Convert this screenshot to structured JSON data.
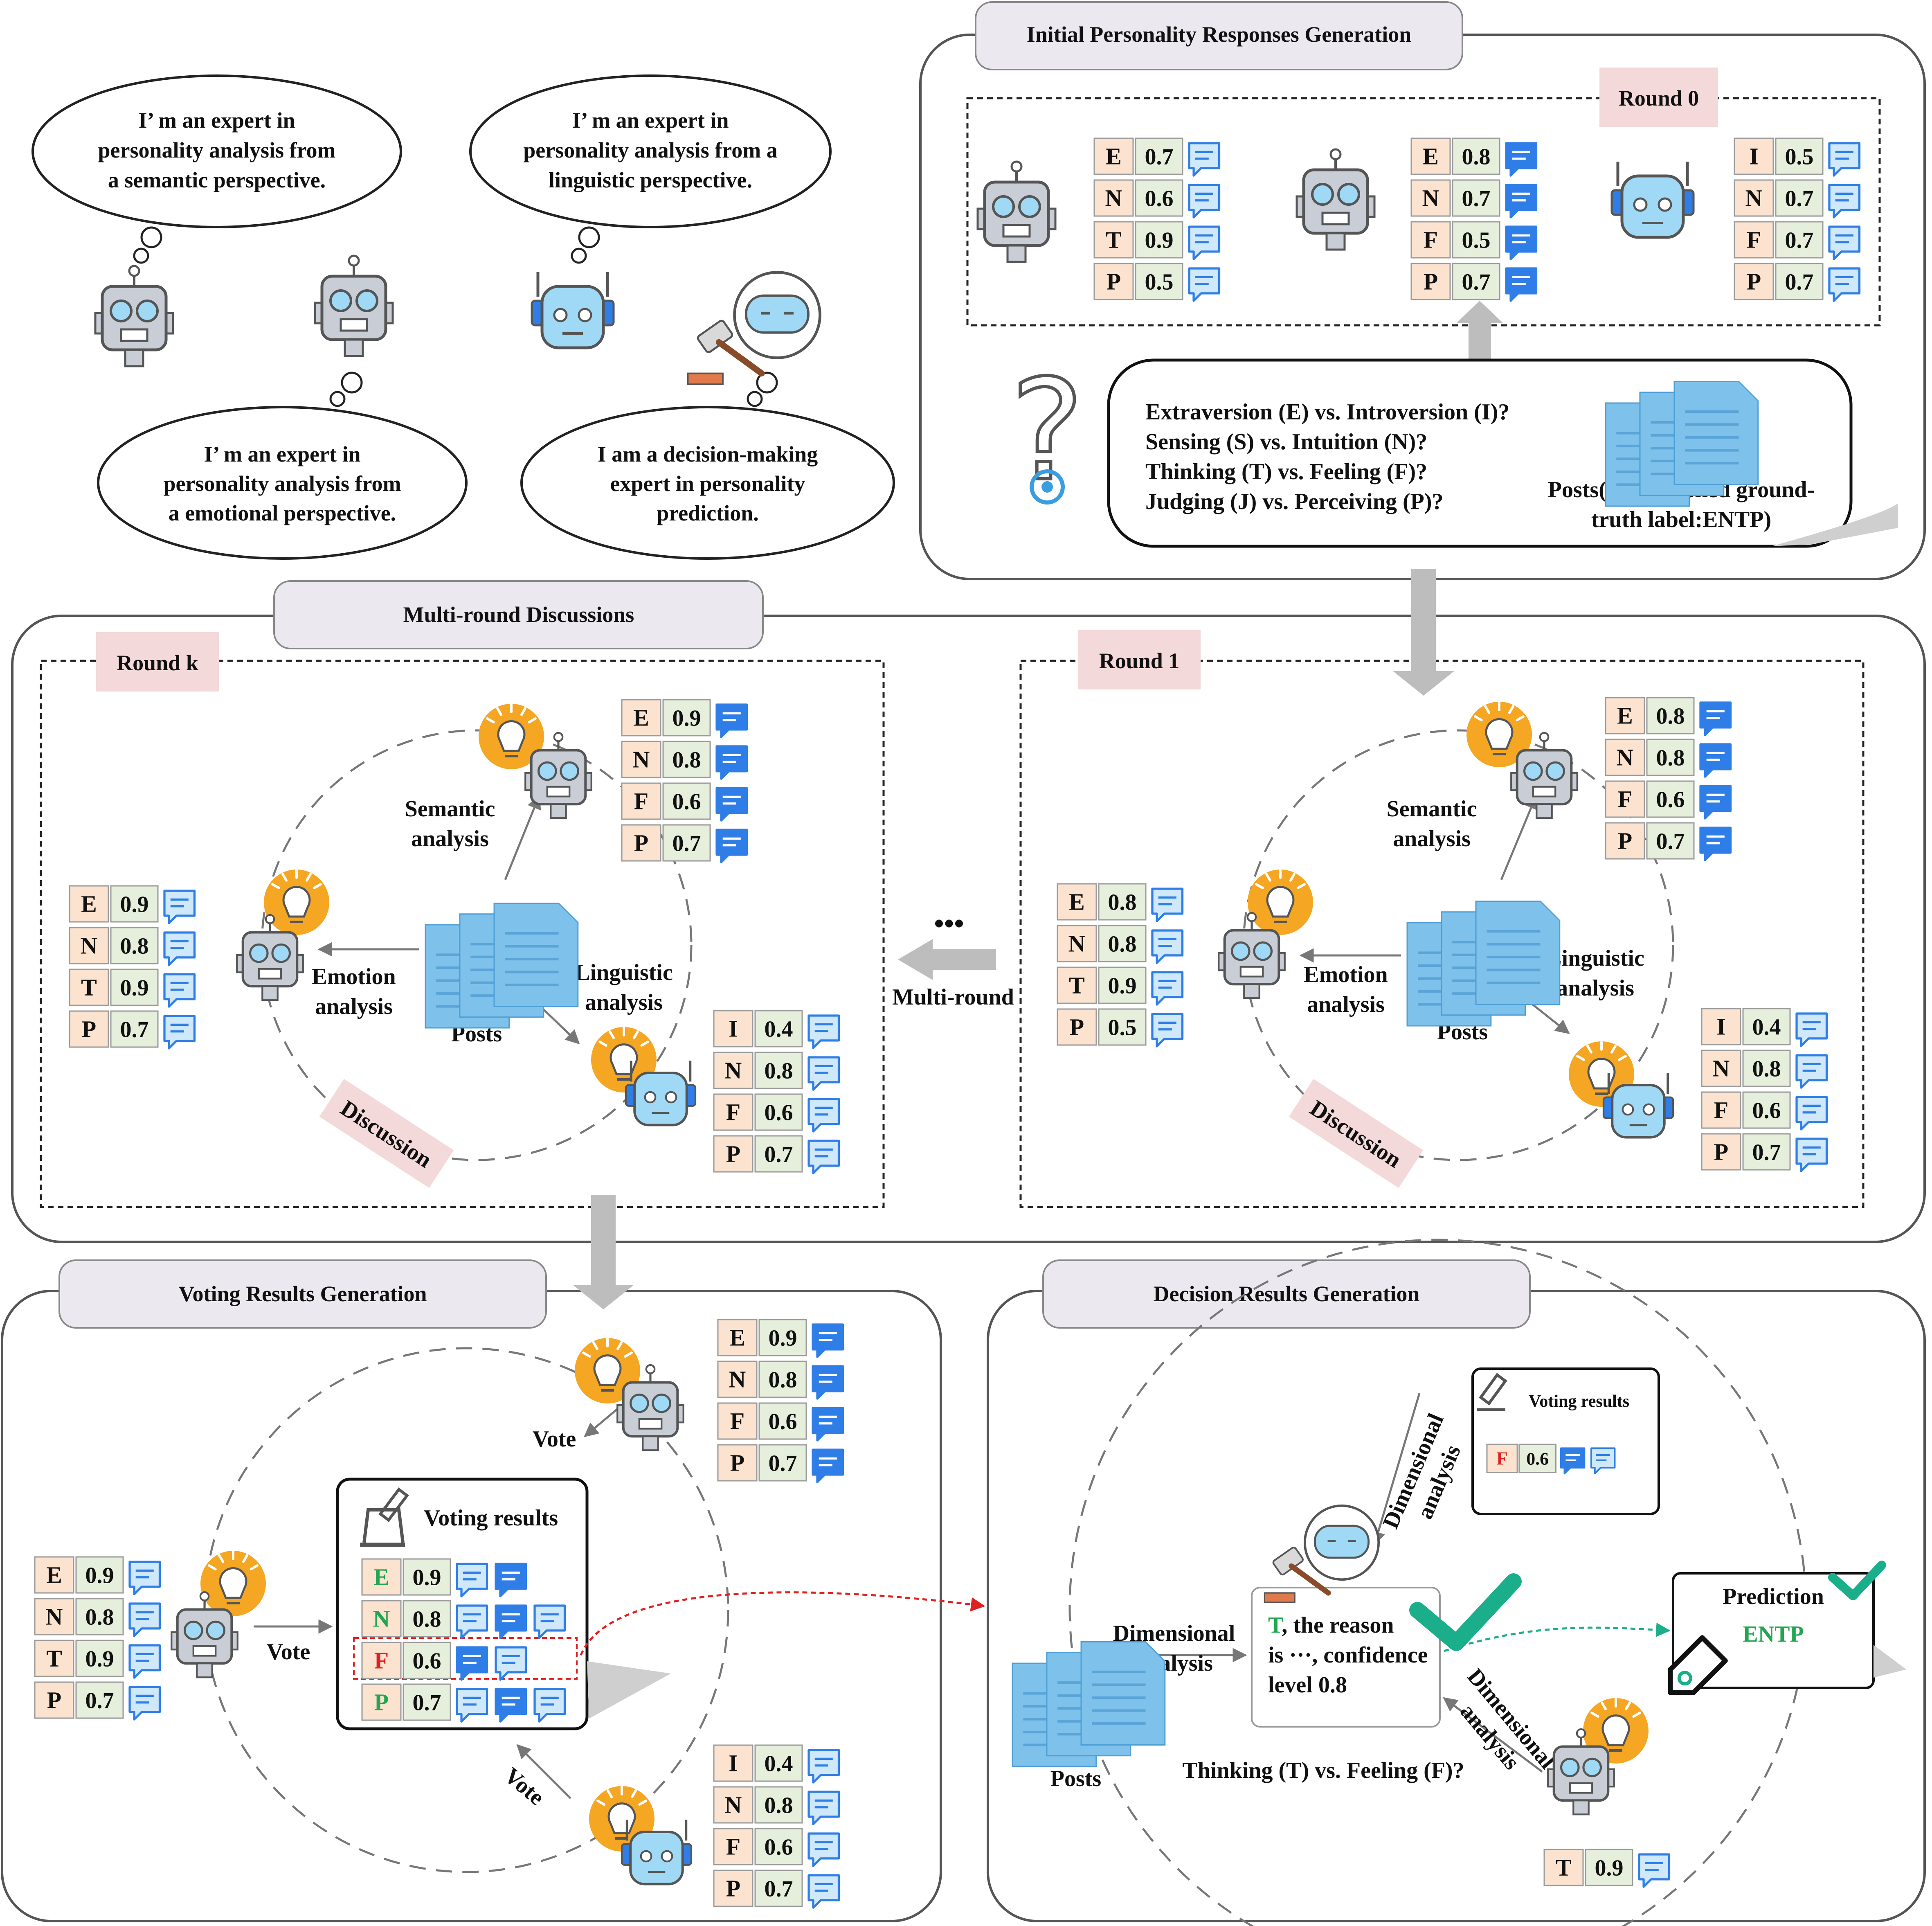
{
  "colors": {
    "panel_stroke": "#555555",
    "header_fill": "#ebe8f0",
    "round_tag_fill": "#f3d9da",
    "letter_cell_fill": "#fbe3d0",
    "value_cell_fill": "#e6efdc",
    "doc_fill": "#7ec2ec",
    "bulb_fill": "#f5a623",
    "robot_face": "#9fd9f5",
    "robot_body": "#c8cdd6",
    "green_text": "#22a652",
    "red_text": "#e02020",
    "check_green": "#1aae8a"
  },
  "experts": {
    "semantic": "I’ m an expert in personality analysis from a semantic perspective.",
    "linguistic": "I’ m an expert in personality analysis from a linguistic perspective.",
    "emotional": "I’ m an expert in personality analysis from a emotional perspective.",
    "decision": "I am a decision-making expert in personality prediction."
  },
  "initial": {
    "title": "Initial Personality Responses Generation",
    "round_label": "Round 0",
    "questions": [
      "Extraversion (E) vs. Introversion (I)?",
      " Sensing (S) vs. Intuition (N)?",
      "Thinking (T) vs. Feeling (F)?",
      "Judging (J) vs. Perceiving (P)?"
    ],
    "posts_caption": "Posts(with masked ground-truth  label:ENTP)",
    "agents": [
      [
        {
          "l": "E",
          "v": "0.7"
        },
        {
          "l": "N",
          "v": "0.6"
        },
        {
          "l": "T",
          "v": "0.9"
        },
        {
          "l": "P",
          "v": "0.5"
        }
      ],
      [
        {
          "l": "E",
          "v": "0.8"
        },
        {
          "l": "N",
          "v": "0.7"
        },
        {
          "l": "F",
          "v": "0.5"
        },
        {
          "l": "P",
          "v": "0.7"
        }
      ],
      [
        {
          "l": "I",
          "v": "0.5"
        },
        {
          "l": "N",
          "v": "0.7"
        },
        {
          "l": "F",
          "v": "0.7"
        },
        {
          "l": "P",
          "v": "0.7"
        }
      ]
    ]
  },
  "multi": {
    "title": "Multi-round Discussions",
    "multi_round_label": "Multi-round",
    "dots": "•••",
    "round_k": {
      "label": "Round k",
      "semantic": [
        {
          "l": "E",
          "v": "0.9"
        },
        {
          "l": "N",
          "v": "0.8"
        },
        {
          "l": "F",
          "v": "0.6"
        },
        {
          "l": "P",
          "v": "0.7"
        }
      ],
      "emotion": [
        {
          "l": "E",
          "v": "0.9"
        },
        {
          "l": "N",
          "v": "0.8"
        },
        {
          "l": "T",
          "v": "0.9"
        },
        {
          "l": "P",
          "v": "0.7"
        }
      ],
      "linguistic": [
        {
          "l": "I",
          "v": "0.4"
        },
        {
          "l": "N",
          "v": "0.8"
        },
        {
          "l": "F",
          "v": "0.6"
        },
        {
          "l": "P",
          "v": "0.7"
        }
      ]
    },
    "round_1": {
      "label": "Round 1",
      "semantic": [
        {
          "l": "E",
          "v": "0.8"
        },
        {
          "l": "N",
          "v": "0.8"
        },
        {
          "l": "F",
          "v": "0.6"
        },
        {
          "l": "P",
          "v": "0.7"
        }
      ],
      "emotion": [
        {
          "l": "E",
          "v": "0.8"
        },
        {
          "l": "N",
          "v": "0.8"
        },
        {
          "l": "T",
          "v": "0.9"
        },
        {
          "l": "P",
          "v": "0.5"
        }
      ],
      "linguistic": [
        {
          "l": "I",
          "v": "0.4"
        },
        {
          "l": "N",
          "v": "0.8"
        },
        {
          "l": "F",
          "v": "0.6"
        },
        {
          "l": "P",
          "v": "0.7"
        }
      ]
    },
    "labels": {
      "semantic1": "Semantic",
      "semantic2": "analysis",
      "emotion1": "Emotion",
      "emotion2": "analysis",
      "linguistic1": "Linguistic",
      "linguistic2": "analysis",
      "posts": "Posts",
      "discussion": "Discussion"
    }
  },
  "voting": {
    "title": "Voting Results Generation",
    "vote_label": "Vote",
    "results_title": "Voting results",
    "top": [
      {
        "l": "E",
        "v": "0.9"
      },
      {
        "l": "N",
        "v": "0.8"
      },
      {
        "l": "F",
        "v": "0.6"
      },
      {
        "l": "P",
        "v": "0.7"
      }
    ],
    "left": [
      {
        "l": "E",
        "v": "0.9"
      },
      {
        "l": "N",
        "v": "0.8"
      },
      {
        "l": "T",
        "v": "0.9"
      },
      {
        "l": "P",
        "v": "0.7"
      }
    ],
    "bottom": [
      {
        "l": "I",
        "v": "0.4"
      },
      {
        "l": "N",
        "v": "0.8"
      },
      {
        "l": "F",
        "v": "0.6"
      },
      {
        "l": "P",
        "v": "0.7"
      }
    ],
    "results": [
      {
        "l": "E",
        "v": "0.9"
      },
      {
        "l": "N",
        "v": "0.8"
      },
      {
        "l": "F",
        "v": "0.6"
      },
      {
        "l": "P",
        "v": "0.7"
      }
    ]
  },
  "decision": {
    "title": "Decision Results Generation",
    "voting_results": "Voting results",
    "vote_cell": {
      "l": "F",
      "v": "0.6"
    },
    "dimensional": "Dimensional",
    "analysis": "analysis",
    "reason_1a": "T",
    "reason_1b": ", the reason",
    "reason_2": "is ···, confidence",
    "reason_3": "level 0.8",
    "question": "Thinking (T) vs. Feeling (F)?",
    "posts": "Posts",
    "prediction_label": "Prediction",
    "prediction_value": "ENTP",
    "agent_cell": {
      "l": "T",
      "v": "0.9"
    }
  }
}
